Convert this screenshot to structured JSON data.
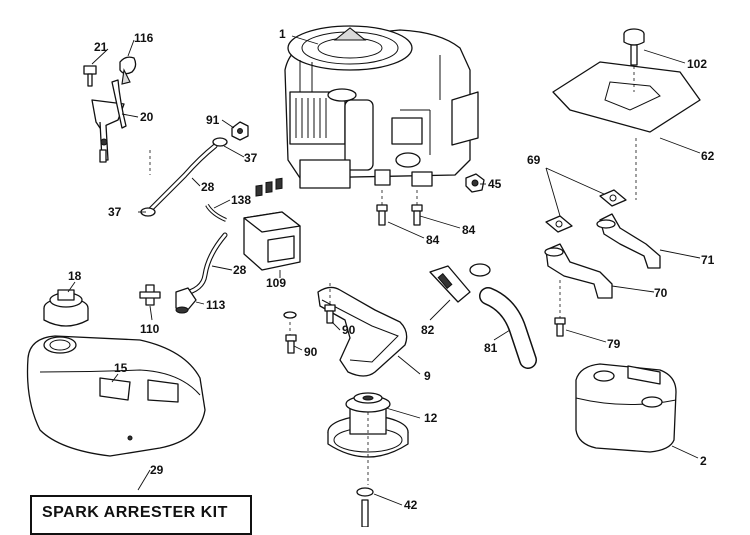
{
  "diagram": {
    "callouts": [
      {
        "id": "1",
        "label": "1"
      },
      {
        "id": "2",
        "label": "2"
      },
      {
        "id": "9",
        "label": "9"
      },
      {
        "id": "12",
        "label": "12"
      },
      {
        "id": "15",
        "label": "15"
      },
      {
        "id": "18",
        "label": "18"
      },
      {
        "id": "20",
        "label": "20"
      },
      {
        "id": "21",
        "label": "21"
      },
      {
        "id": "28a",
        "label": "28"
      },
      {
        "id": "28b",
        "label": "28"
      },
      {
        "id": "29",
        "label": "29"
      },
      {
        "id": "37a",
        "label": "37"
      },
      {
        "id": "37b",
        "label": "37"
      },
      {
        "id": "42",
        "label": "42"
      },
      {
        "id": "45",
        "label": "45"
      },
      {
        "id": "62",
        "label": "62"
      },
      {
        "id": "69",
        "label": "69"
      },
      {
        "id": "70",
        "label": "70"
      },
      {
        "id": "71",
        "label": "71"
      },
      {
        "id": "79",
        "label": "79"
      },
      {
        "id": "81",
        "label": "81"
      },
      {
        "id": "82",
        "label": "82"
      },
      {
        "id": "84a",
        "label": "84"
      },
      {
        "id": "84b",
        "label": "84"
      },
      {
        "id": "90a",
        "label": "90"
      },
      {
        "id": "90b",
        "label": "90"
      },
      {
        "id": "91",
        "label": "91"
      },
      {
        "id": "102",
        "label": "102"
      },
      {
        "id": "109",
        "label": "109"
      },
      {
        "id": "110",
        "label": "110"
      },
      {
        "id": "113",
        "label": "113"
      },
      {
        "id": "116",
        "label": "116"
      },
      {
        "id": "138",
        "label": "138"
      }
    ],
    "kit_label": "SPARK ARRESTER KIT"
  }
}
